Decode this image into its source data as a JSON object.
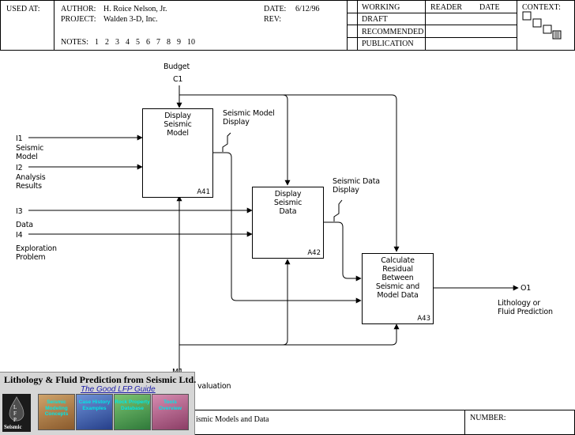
{
  "header": {
    "used_at_label": "USED AT:",
    "author_label": "AUTHOR:",
    "author_value": "H. Roice Nelson, Jr.",
    "project_label": "PROJECT:",
    "project_value": "Walden 3-D, Inc.",
    "date_label": "DATE:",
    "date_value": "6/12/96",
    "rev_label": "REV:",
    "notes_label": "NOTES:",
    "notes": [
      "1",
      "2",
      "3",
      "4",
      "5",
      "6",
      "7",
      "8",
      "9",
      "10"
    ],
    "status": [
      "WORKING",
      "DRAFT",
      "RECOMMENDED",
      "PUBLICATION"
    ],
    "reader_label": "READER",
    "reader_date_label": "DATE",
    "context_label": "CONTEXT:"
  },
  "diagram": {
    "control": {
      "name": "Budget",
      "id": "C1"
    },
    "inputs": [
      {
        "id": "I1",
        "text1": "Seismic",
        "text2": "Model"
      },
      {
        "id": "I2",
        "text1": "Analysis",
        "text2": "Results"
      },
      {
        "id": "I3",
        "text1": "Data"
      },
      {
        "id": "I4",
        "text1": "Exploration",
        "text2": "Problem"
      }
    ],
    "boxes": [
      {
        "lines": [
          "Display",
          "Seismic",
          "Model"
        ],
        "id": "A41"
      },
      {
        "lines": [
          "Display",
          "Seismic",
          "Data"
        ],
        "id": "A42"
      },
      {
        "lines": [
          "Calculate",
          "Residual",
          "Between",
          "Seismic and",
          "Model Data"
        ],
        "id": "A43"
      }
    ],
    "arrow_labels": {
      "model_display": [
        "Seismic Model",
        "Display"
      ],
      "data_display": [
        "Seismic Data",
        "Display"
      ]
    },
    "output": {
      "id": "O1",
      "text1": "Lithology or",
      "text2": "Fluid Prediction"
    },
    "mechanism_id": "M1",
    "mechanism_partial": "valuation"
  },
  "footer": {
    "title_partial": "ismic Models and Data",
    "number_label": "NUMBER:"
  },
  "overlay": {
    "title": "Lithology & Fluid Prediction from Seismic Ltd.",
    "subtitle": "The Good LFP Guide",
    "logo_letters": [
      "L",
      "F",
      "P"
    ],
    "logo_word": "Seismic",
    "thumbs": [
      {
        "label": "Seismic Modeling Concepts",
        "color": "#b07a3c"
      },
      {
        "label": "Case History Examples",
        "color": "#3a63b8"
      },
      {
        "label": "Rock Property Database",
        "color": "#3f9a48"
      },
      {
        "label": "Tools Overview",
        "color": "#b05b86"
      }
    ]
  }
}
